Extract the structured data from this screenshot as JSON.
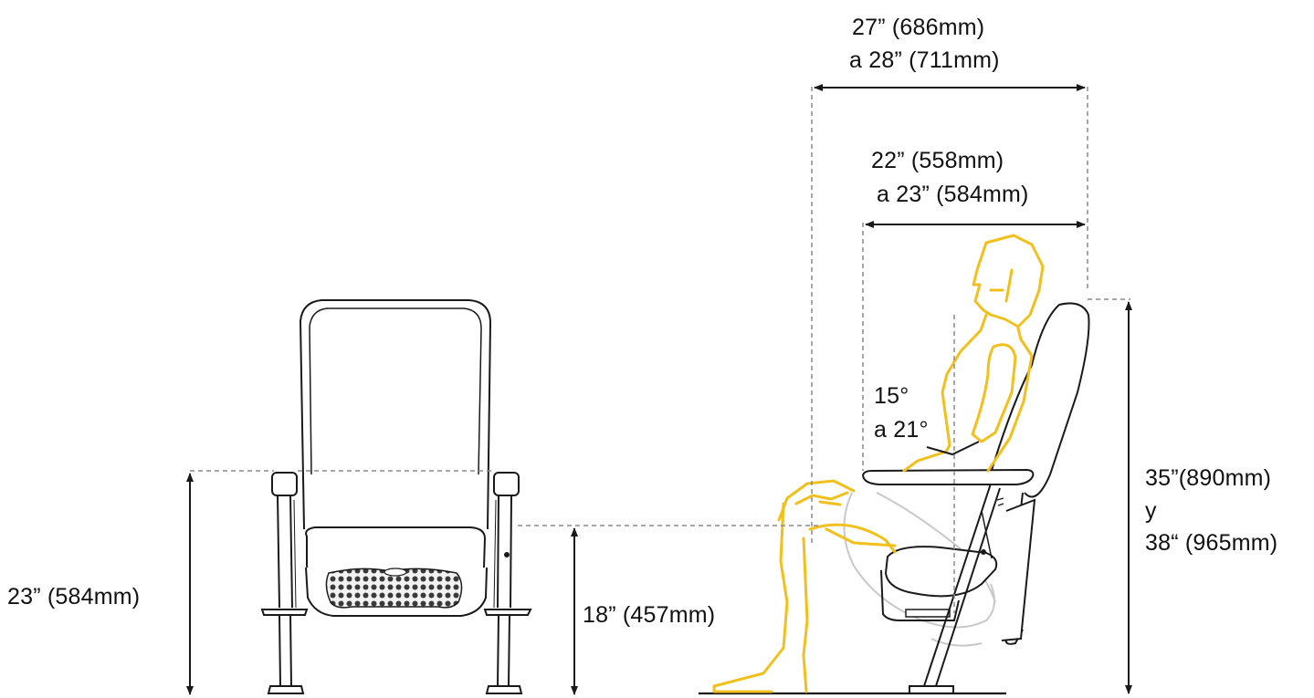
{
  "dimensions": {
    "overall_depth": {
      "line1": "27” (686mm)",
      "line2": "a 28” (711mm)"
    },
    "seat_depth": {
      "line1": "22” (558mm)",
      "line2": "a 23” (584mm)"
    },
    "recline_angle": {
      "line1": "15°",
      "line2": "a 21°"
    },
    "total_height": {
      "line1": "35”(890mm)",
      "line2": "y",
      "line3": "38“ (965mm)"
    },
    "armrest_height": {
      "text": "23” (584mm)"
    },
    "seat_height": {
      "text": "18” (457mm)"
    }
  },
  "colors": {
    "line": "#1a1a1a",
    "guide": "#8a8a8a",
    "figure": "#f2c01c",
    "ghost": "#c8c8c8",
    "seat_mesh": "#3a3a3a"
  }
}
